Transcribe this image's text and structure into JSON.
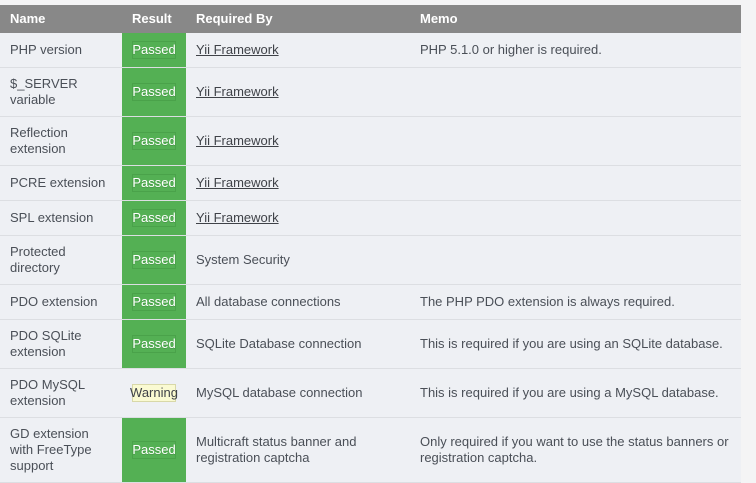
{
  "table": {
    "columns": [
      {
        "key": "name",
        "label": "Name"
      },
      {
        "key": "result",
        "label": "Result"
      },
      {
        "key": "reqby",
        "label": "Required By"
      },
      {
        "key": "memo",
        "label": "Memo"
      }
    ],
    "colors": {
      "header_background": "#888888",
      "header_text": "#ffffff",
      "row_background": "#eef0f4",
      "passed_background": "#54b054",
      "passed_text": "#ffffff",
      "warning_background": "#fafad2",
      "warning_text": "#3f4248",
      "body_text": "#4a4f57",
      "page_background": "#f4f4f5"
    },
    "rows": [
      {
        "name": "PHP version",
        "result": "Passed",
        "result_state": "passed",
        "reqby": "Yii Framework",
        "reqby_is_link": true,
        "memo": "PHP 5.1.0 or higher is required."
      },
      {
        "name": "$_SERVER variable",
        "result": "Passed",
        "result_state": "passed",
        "reqby": "Yii Framework",
        "reqby_is_link": true,
        "memo": ""
      },
      {
        "name": "Reflection extension",
        "result": "Passed",
        "result_state": "passed",
        "reqby": "Yii Framework",
        "reqby_is_link": true,
        "memo": ""
      },
      {
        "name": "PCRE extension",
        "result": "Passed",
        "result_state": "passed",
        "reqby": "Yii Framework",
        "reqby_is_link": true,
        "memo": ""
      },
      {
        "name": "SPL extension",
        "result": "Passed",
        "result_state": "passed",
        "reqby": "Yii Framework",
        "reqby_is_link": true,
        "memo": ""
      },
      {
        "name": "Protected directory",
        "result": "Passed",
        "result_state": "passed",
        "reqby": "System Security",
        "reqby_is_link": false,
        "memo": ""
      },
      {
        "name": "PDO extension",
        "result": "Passed",
        "result_state": "passed",
        "reqby": "All database connections",
        "reqby_is_link": false,
        "memo": "The PHP PDO extension is always required."
      },
      {
        "name": "PDO SQLite extension",
        "result": "Passed",
        "result_state": "passed",
        "reqby": "SQLite Database connection",
        "reqby_is_link": false,
        "memo": "This is required if you are using an SQLite database."
      },
      {
        "name": "PDO MySQL extension",
        "result": "Warning",
        "result_state": "warning",
        "reqby": "MySQL database connection",
        "reqby_is_link": false,
        "memo": "This is required if you are using a MySQL database."
      },
      {
        "name": "GD extension with FreeType support",
        "result": "Passed",
        "result_state": "passed",
        "reqby": "Multicraft status banner and registration captcha",
        "reqby_is_link": false,
        "memo": "Only required if you want to use the status banners or registration captcha."
      }
    ]
  }
}
